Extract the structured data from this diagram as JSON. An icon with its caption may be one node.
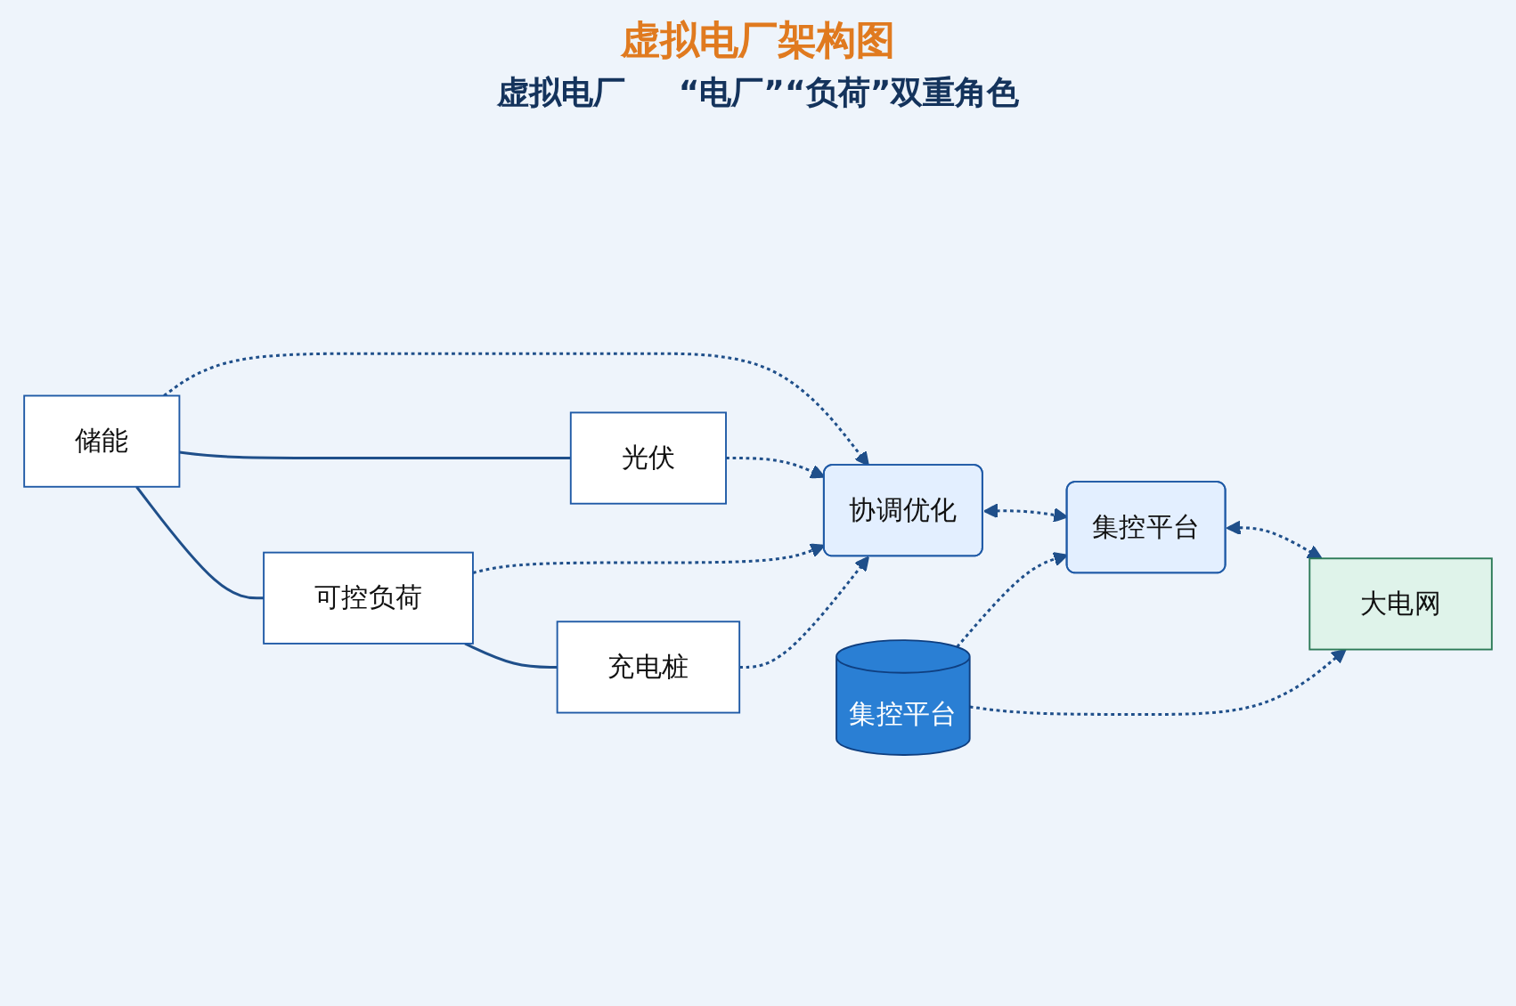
{
  "diagram": {
    "title": "虚拟电厂架构图",
    "nodes": [
      {
        "text": [
          "光伏"
        ]
      },
      {
        "text": [
          "储能"
        ]
      },
      {
        "text": [
          "协调优化"
        ]
      },
      {
        "text": [
          "可控负荷"
        ]
      },
      {
        "text": [
          "充电桩"
        ]
      },
      {
        "text": [
          "集控平台"
        ]
      },
      {
        "text": [
          "集控平台"
        ]
      },
      {
        "text": [
          "大电网"
        ]
      }
    ],
    "edges": [
      {
        "from": 0,
        "to": 2,
        "arrow": "to",
        "style": "dashed"
      },
      {
        "from": 1,
        "to": 2,
        "arrow": "to",
        "style": "dashed"
      },
      {
        "from": 3,
        "to": 2,
        "arrow": "to",
        "style": "dashed"
      },
      {
        "from": 4,
        "to": 2,
        "arrow": "to",
        "style": "dashed"
      },
      {
        "from": 2,
        "to": 5,
        "arrow": "both",
        "style": "dashed"
      },
      {
        "from": 6,
        "to": 5,
        "arrow": "to",
        "style": "dashed"
      },
      {
        "from": 6,
        "to": 7,
        "arrow": "to",
        "style": "dashed"
      },
      {
        "from": 5,
        "to": 7,
        "arrow": "both",
        "style": "dashed"
      },
      {
        "from": 1,
        "to": 0,
        "arrow": "none"
      },
      {
        "from": 1,
        "to": 3,
        "arrow": "none"
      },
      {
        "from": 3,
        "to": 4,
        "arrow": "none"
      }
    ],
    "labels": [
      "虚拟电厂",
      "“电厂”“负荷”双重角色"
    ]
  }
}
